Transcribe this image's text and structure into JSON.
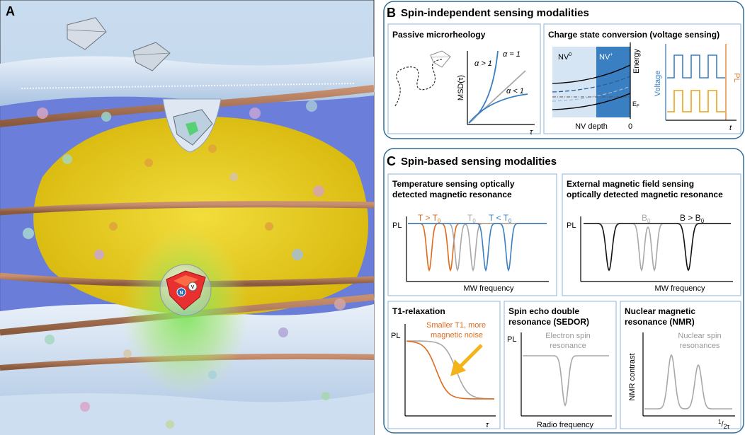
{
  "panel_a": {
    "letter": "A",
    "nv_labels": {
      "n": "N",
      "v": "V"
    }
  },
  "panel_b": {
    "letter": "B",
    "title": "Spin-independent sensing modalities",
    "microrheology": {
      "title": "Passive microrheology",
      "ylabel": "MSD(τ)",
      "xlabel": "τ",
      "curve_labels": [
        "α > 1",
        "α = 1",
        "α < 1"
      ]
    },
    "charge_state": {
      "title": "Charge state conversion (voltage sensing)",
      "nv0": "NV",
      "nv0_sup": "0",
      "nvplus": "NV",
      "nvplus_sup": "+",
      "energy": "Energy",
      "fermi": "E",
      "fermi_sub": "F",
      "depth": "NV depth",
      "zero": "0",
      "voltage": "Voltage",
      "pl": "PL",
      "t": "t",
      "colors": {
        "voltage": "#3a7fc2",
        "pl": "#e8a317",
        "pl_label": "#e07b28",
        "nv_region": "#3a7fc2",
        "nv0_region": "#d6e5f4"
      }
    }
  },
  "panel_c": {
    "letter": "C",
    "title": "Spin-based sensing modalities",
    "temperature": {
      "title_line1": "Temperature sensing optically",
      "title_line2": "detected magnetic resonance",
      "pl": "PL",
      "xlabel": "MW frequency",
      "labels": {
        "hot": "T > T",
        "ref": "T",
        "cold": "T < T",
        "sub": "0"
      },
      "colors": {
        "hot": "#e06a1b",
        "ref": "#a8a8a8",
        "cold": "#3a7fc2"
      }
    },
    "magnetic": {
      "title_line1": "External magnetic field sensing",
      "title_line2": "optically detected magnetic resonance",
      "pl": "PL",
      "xlabel": "MW frequency",
      "labels": {
        "ref": "B",
        "high": "B > B",
        "sub": "0"
      },
      "colors": {
        "ref": "#a8a8a8",
        "high": "#111111"
      }
    },
    "t1": {
      "title": "T1-relaxation",
      "pl": "PL",
      "xlabel": "τ",
      "note_line1": "Smaller T1, more",
      "note_line2": "magnetic noise",
      "colors": {
        "note": "#e06a1b",
        "arrow": "#f2b418"
      }
    },
    "sedor": {
      "title_line1": "Spin echo double",
      "title_line2": "resonance (SEDOR)",
      "pl": "PL",
      "xlabel": "Radio frequency",
      "note_line1": "Electron spin",
      "note_line2": "resonance"
    },
    "nmr": {
      "title_line1": "Nuclear magnetic",
      "title_line2": "resonance (NMR)",
      "ylabel": "NMR contrast",
      "xlabel_num": "1",
      "xlabel_den": "2τ",
      "note_line1": "Nuclear spin",
      "note_line2": "resonances"
    }
  }
}
